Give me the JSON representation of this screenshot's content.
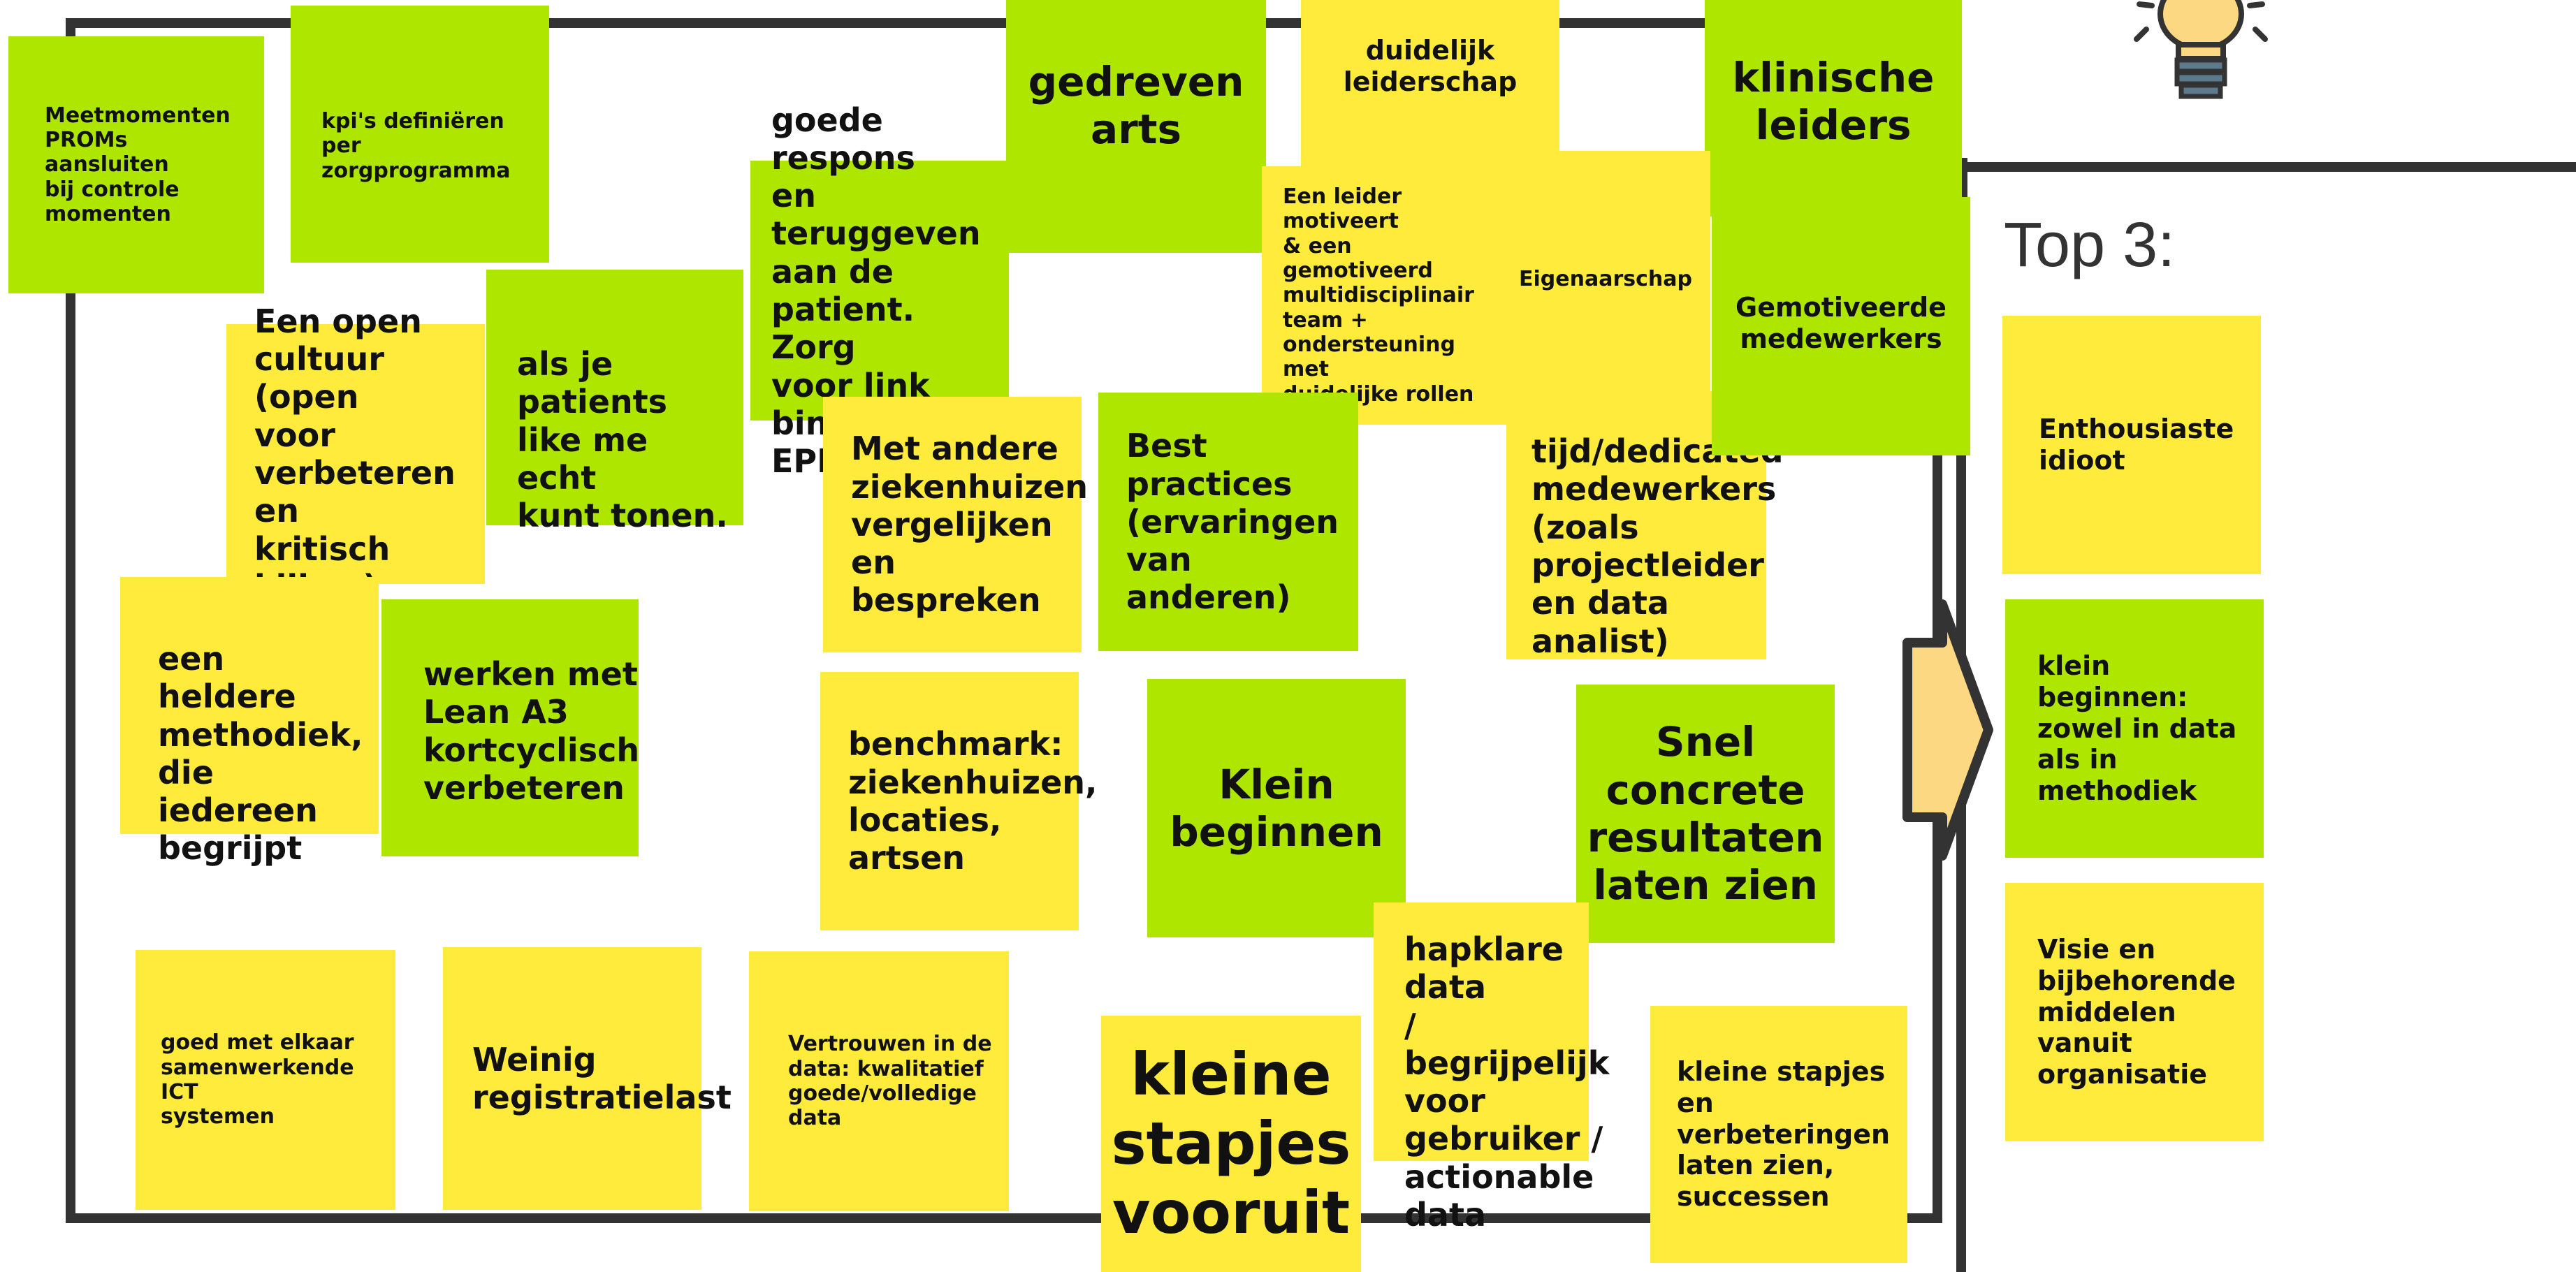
{
  "colors": {
    "green": "#aee600",
    "yellow": "#ffeb3b",
    "frame": "#333333",
    "arrow": "#fcd882"
  },
  "icons": [
    "lightbulb-icon",
    "arrow-right-icon"
  ],
  "top3_title": "Top 3:",
  "notes": {
    "meetmomenten": "Meetmomenten\nPROMs aansluiten\nbij controle\nmomenten",
    "kpis": "kpi's definiëren per\nzorgprogramma",
    "gedreven_arts": "gedreven\narts",
    "duidelijk_leiderschap": "duidelijk\nleiderschap",
    "klinische_leiders": "klinische\nleiders",
    "goede_respons": "goede respons\nen teruggeven\naan de\npatient. Zorg\nvoor link\nbinnen je EPD.",
    "een_leider": "Een leider motiveert\n& een gemotiveerd\nmultidisciplinair\nteam +\nondersteuning met\nduidelijke rollen",
    "eigenaarschap": "Eigenaarschap",
    "gemotiveerde": "Gemotiveerde\nmedewerkers",
    "open_cultuur": "Een open\ncultuur (open\nvoor\nverbeteren en\nkritisch\nkijken)",
    "patients_like_me": "als je patients\nlike me echt\nkunt tonen.",
    "andere_ziekenhuizen": "Met andere\nziekenhuizen\nvergelijken en\nbespreken",
    "best_practices": "Best practices\n(ervaringen\nvan anderen)",
    "tijd_dedicated": "tijd/dedicated\nmedewerkers\n(zoals\nprojectleider\nen data\nanalist)",
    "heldere_methodiek": "een heldere\nmethodiek,\ndie iedereen\nbegrijpt",
    "lean_a3": "werken met\nLean A3\nkortcyclisch\nverbeteren",
    "benchmark": "benchmark:\nziekenhuizen,\nlocaties,\nartsen",
    "klein_beginnen": "Klein\nbeginnen",
    "snel_concrete": "Snel\nconcrete\nresultaten\nlaten zien",
    "hapklare_data": "hapklare data\n/ begrijpelijk\nvoor\ngebruiker /\nactionable\ndata",
    "ict_systemen": "goed met elkaar\nsamenwerkende ICT\nsystemen",
    "registratielast": "Weinig\nregistratielast",
    "vertrouwen": "Vertrouwen in de\ndata: kwalitatief\ngoede/volledige\ndata",
    "kleine_stapjes_vooruit": "kleine\nstapjes\nvooruit",
    "kleine_stapjes_verbeteringen": "kleine stapjes\nen\nverbeteringen\nlaten zien,\nsuccessen"
  },
  "top3": [
    "Enthousiaste\nidioot",
    "klein\nbeginnen:\nzowel in data\nals in\nmethodiek",
    "Visie en\nbijbehorende\nmiddelen\nvanuit\norganisatie"
  ]
}
